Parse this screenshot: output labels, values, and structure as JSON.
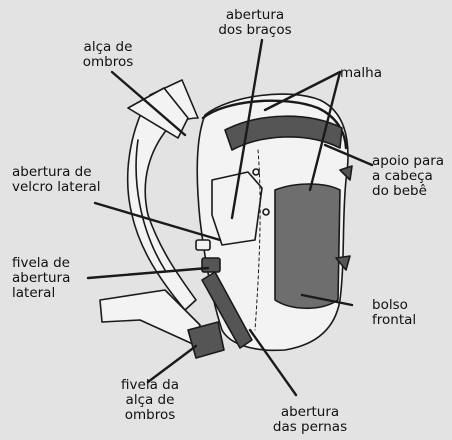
{
  "labels": {
    "alca_de_ombros": "alça de\nombros",
    "abertura_dos_bracos": "abertura\ndos braços",
    "malha": "malha",
    "apoio_cabeca": "apoio para\na cabeça\ndo bebê",
    "velcro_lateral": "abertura de\nvelcro lateral",
    "fivela_lateral": "fivela de\nabertura\nlateral",
    "bolso_frontal": "bolso\nfrontal",
    "fivela_alca": "fivela da\nalça de\nombros",
    "abertura_pernas": "abertura\ndas pernas"
  },
  "colors": {
    "background": "#e3e3e3",
    "outline": "#1a1a1a",
    "fabric_light": "#f3f3f3",
    "mesh": "#6e6e6e",
    "strap_dark": "#555555"
  }
}
